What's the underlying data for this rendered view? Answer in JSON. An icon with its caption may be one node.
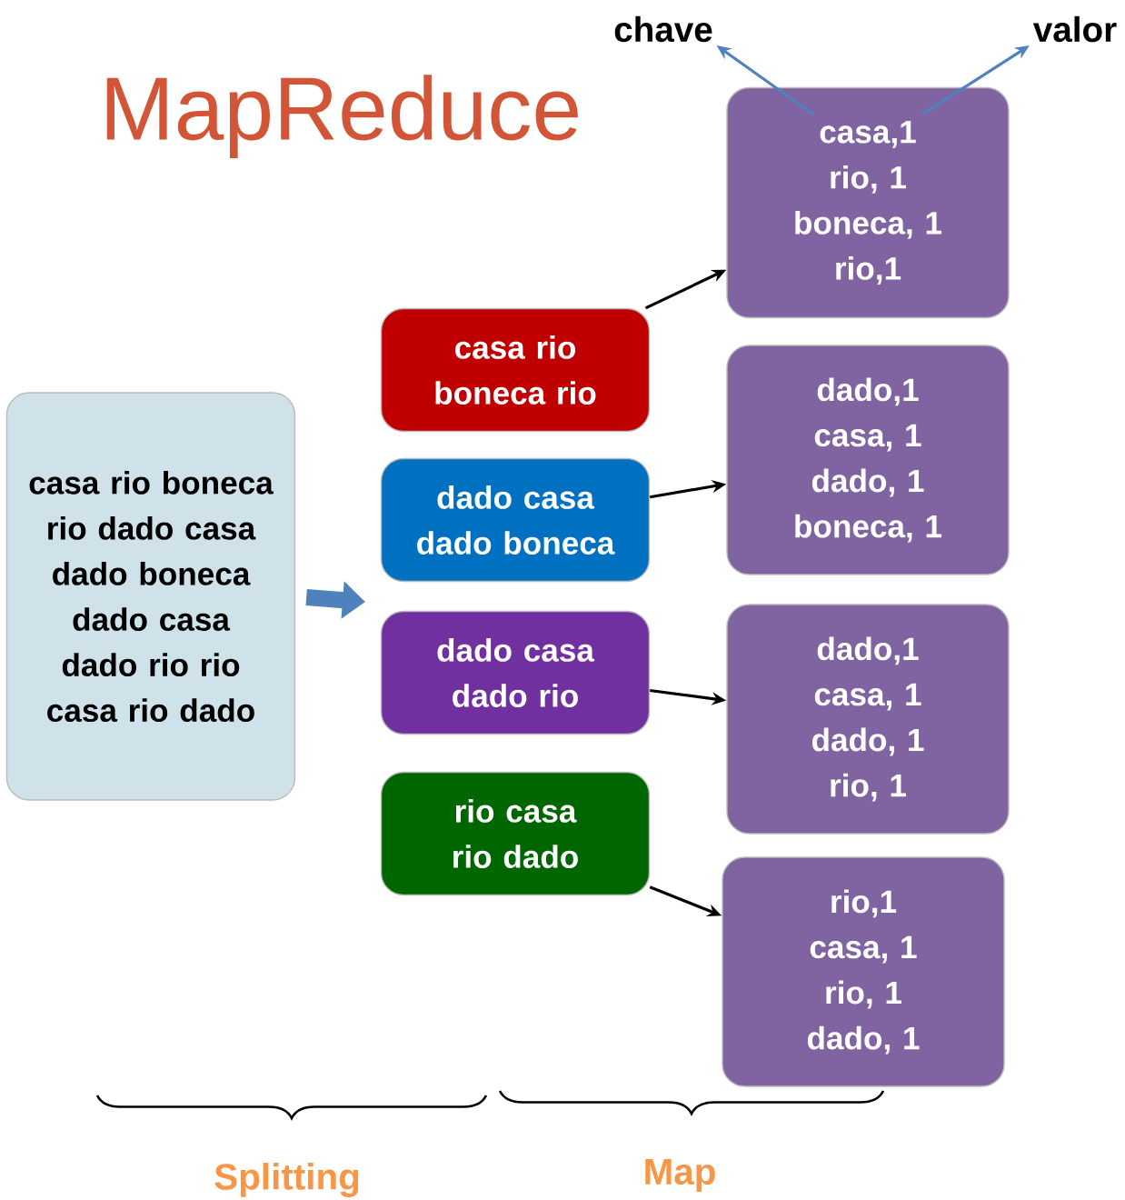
{
  "diagram": {
    "title": "MapReduce",
    "nodes": [
      {
        "text": [
          "casa rio boneca rio dado casa dado boneca dado casa dado rio rio casa rio dado"
        ]
      },
      {
        "text": [
          "casa rio boneca rio"
        ]
      },
      {
        "text": [
          "dado casa dado boneca"
        ]
      },
      {
        "text": [
          "dado casa dado rio"
        ]
      },
      {
        "text": [
          "rio casa rio dado"
        ]
      },
      {
        "text": [
          "casa,1",
          "rio, 1",
          "boneca, 1",
          "rio,1"
        ]
      },
      {
        "text": [
          "dado,1",
          "casa, 1",
          "dado, 1",
          "boneca, 1"
        ]
      },
      {
        "text": [
          "dado,1",
          "casa, 1",
          "dado, 1",
          "rio, 1"
        ]
      },
      {
        "text": [
          "rio,1",
          "casa, 1",
          "rio, 1",
          "dado, 1"
        ]
      },
      {
        "text": [
          "chave"
        ]
      },
      {
        "text": [
          "valor"
        ]
      }
    ],
    "edges": [
      {
        "from": 0,
        "to": null,
        "arrow": "to",
        "style": "thick",
        "color": "#4f81bd"
      },
      {
        "from": 1,
        "to": 5,
        "arrow": "to"
      },
      {
        "from": 2,
        "to": 6,
        "arrow": "to"
      },
      {
        "from": 3,
        "to": 7,
        "arrow": "to"
      },
      {
        "from": 4,
        "to": 8,
        "arrow": "to"
      },
      {
        "from": 5,
        "to": 9,
        "arrow": "to",
        "color": "#4f81bd"
      },
      {
        "from": 5,
        "to": 10,
        "arrow": "to",
        "color": "#4f81bd"
      }
    ],
    "labels": [
      "Splitting",
      "Map"
    ]
  }
}
